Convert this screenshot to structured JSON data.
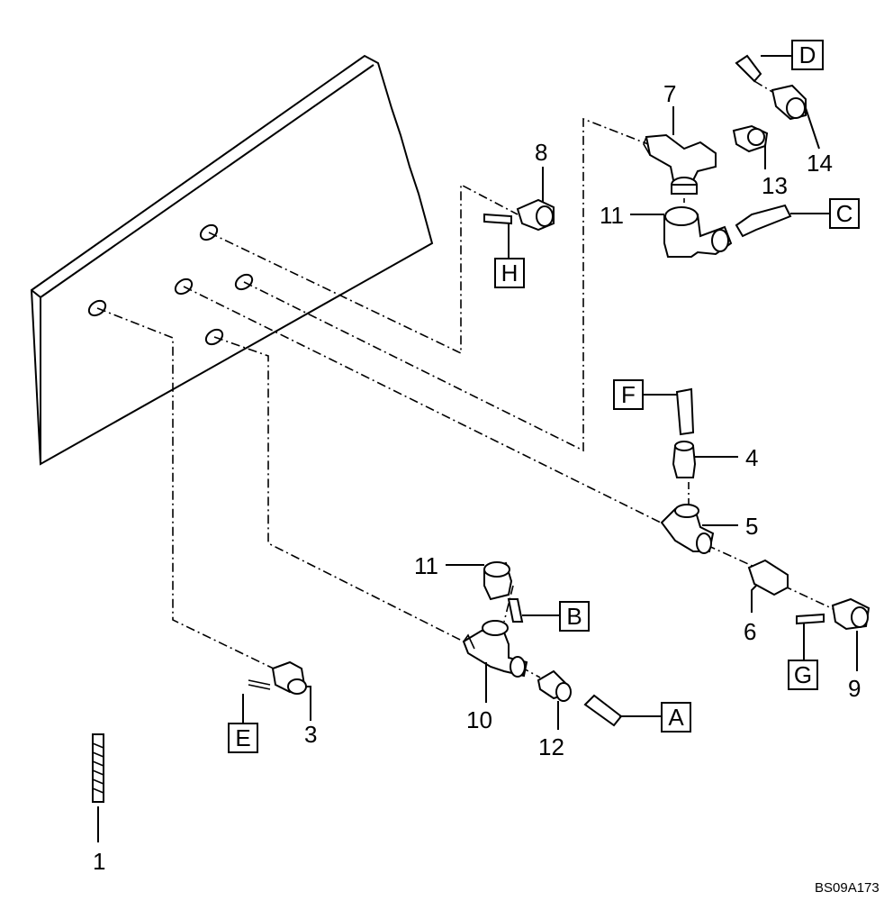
{
  "diagram": {
    "code": "BS09A173",
    "callouts": {
      "n1": "1",
      "n3": "3",
      "n4": "4",
      "n5": "5",
      "n6": "6",
      "n7": "7",
      "n8": "8",
      "n9": "9",
      "n10": "10",
      "n11a": "11",
      "n11b": "11",
      "n12": "12",
      "n13": "13",
      "n14": "14"
    },
    "boxes": {
      "A": "A",
      "B": "B",
      "C": "C",
      "D": "D",
      "E": "E",
      "F": "F",
      "G": "G",
      "H": "H"
    }
  }
}
